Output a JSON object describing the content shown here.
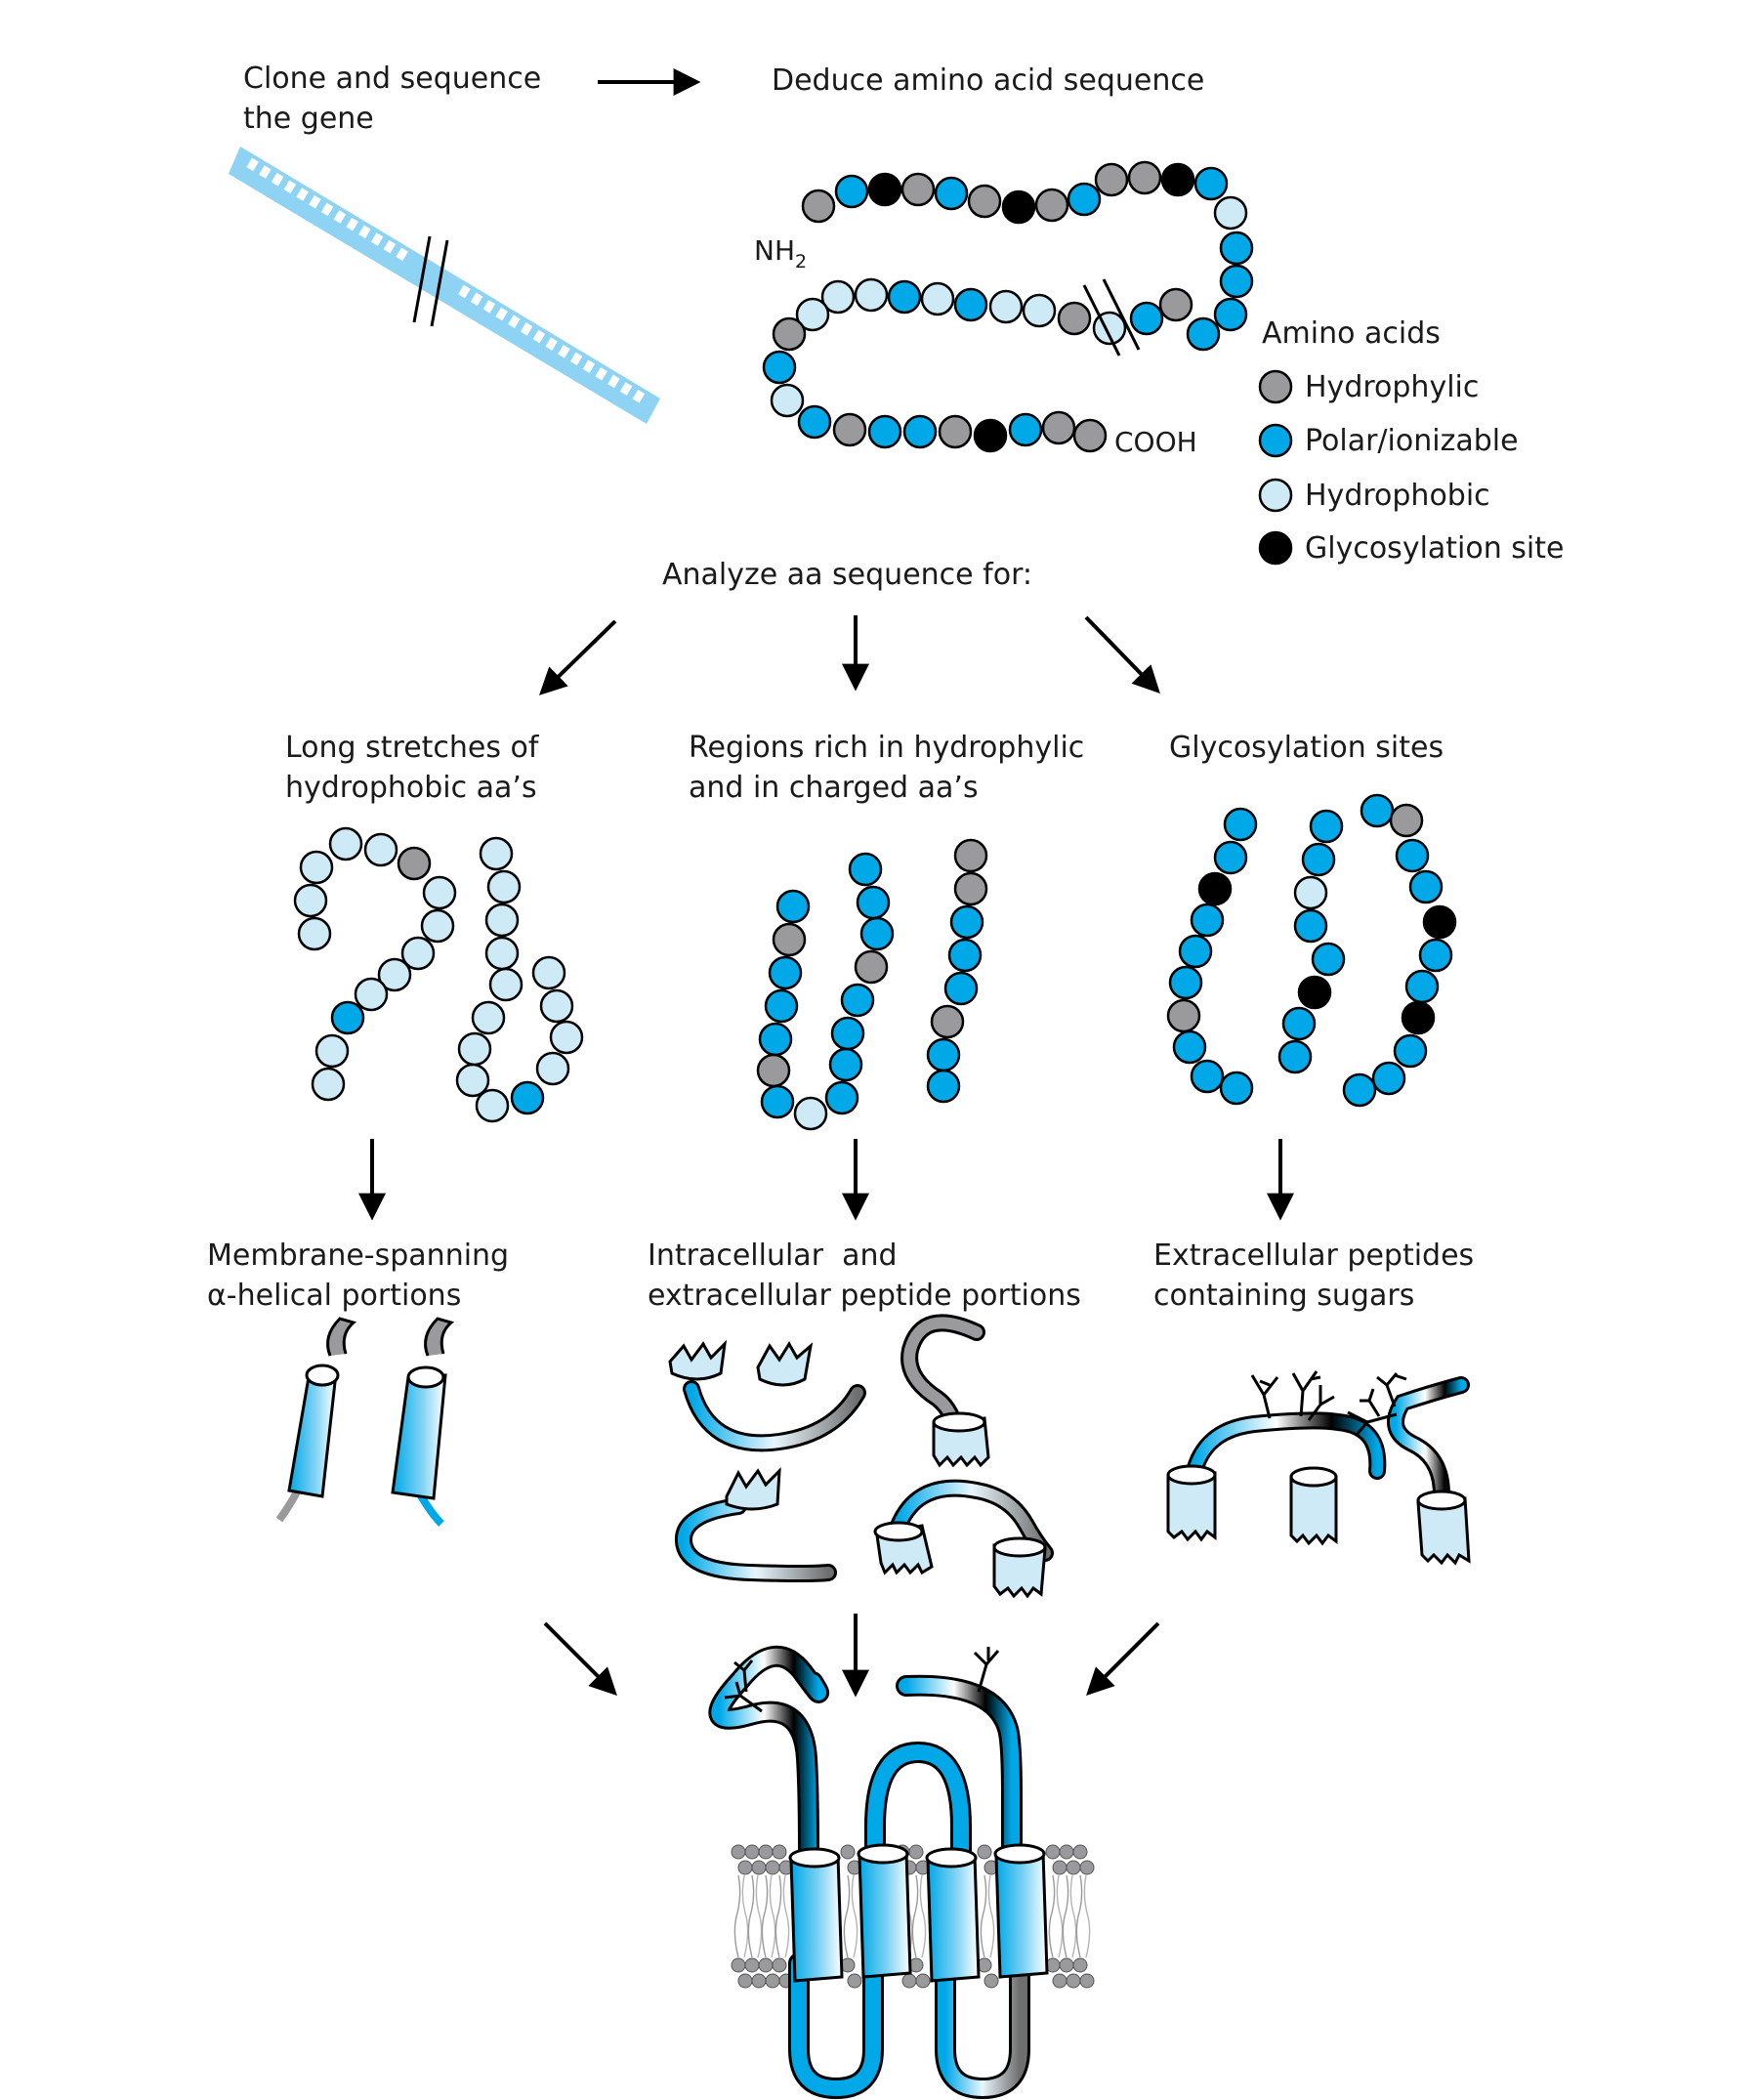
{
  "steps": {
    "clone_line1": "Clone and sequence",
    "clone_line2": "the gene",
    "deduce": "Deduce amino acid sequence",
    "analyze": "Analyze aa sequence for:"
  },
  "chain": {
    "nh2": "NH",
    "nh2_sub": "2",
    "cooh": "COOH"
  },
  "legend": {
    "title": "Amino acids",
    "items": [
      {
        "label": "Hydrophylic",
        "color": "#9a9a9c"
      },
      {
        "label": "Polar/ionizable",
        "color": "#00a8e8"
      },
      {
        "label": "Hydrophobic",
        "color": "#cfeaf7"
      },
      {
        "label": "Glycosylation site",
        "color": "#000000"
      }
    ]
  },
  "analysis": {
    "left_line1": "Long stretches of",
    "left_line2": "hydrophobic aa’s",
    "mid_line1": "Regions rich in hydrophylic",
    "mid_line2": "and in charged aa’s",
    "right_line1": "Glycosylation sites"
  },
  "results": {
    "left_line1": "Membrane-spanning",
    "left_line2": "α-helical portions",
    "mid_line1": "Intracellular  and",
    "mid_line2": "extracellular peptide portions",
    "right_line1": "Extracellular peptides",
    "right_line2": "containing sugars"
  },
  "colors": {
    "hydrophylic": "#9a9a9c",
    "polar": "#00a8e8",
    "hydrophobic": "#cfeaf7",
    "glyco": "#000000",
    "dna": "#8fd3f4"
  }
}
